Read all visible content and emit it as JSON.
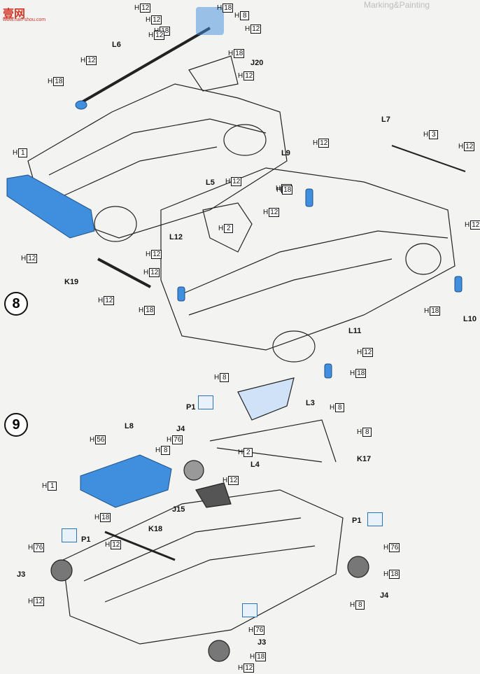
{
  "watermark": {
    "logo_text": "壹网",
    "url": "www.nan-shou.com"
  },
  "header_ghost": "Marking&Painting",
  "steps": [
    {
      "number": "8"
    },
    {
      "number": "9"
    }
  ],
  "part_labels": [
    "L6",
    "J20",
    "L7",
    "L9",
    "L5",
    "L12",
    "K19",
    "L10",
    "L11",
    "L3",
    "P1",
    "L8",
    "J4",
    "L4",
    "K17",
    "J15",
    "K18",
    "J3",
    "P1",
    "P1",
    "J4",
    "J3"
  ],
  "paint_prefix": "H",
  "callouts": [
    "12",
    "18",
    "12",
    "18",
    "8",
    "12",
    "12",
    "18",
    "12",
    "12",
    "18",
    "12",
    "3",
    "12",
    "1",
    "18",
    "12",
    "12",
    "12",
    "2",
    "12",
    "12",
    "12",
    "18",
    "12",
    "18",
    "12",
    "18",
    "18",
    "8",
    "8",
    "56",
    "76",
    "8",
    "2",
    "8",
    "1",
    "12",
    "18",
    "12",
    "76",
    "12",
    "76",
    "18",
    "8",
    "76",
    "18",
    "12"
  ],
  "colors": {
    "blue_part": "#3f8fde",
    "line": "#222222",
    "paper": "#f3f3f1",
    "watermark_red": "#d23b2a"
  }
}
